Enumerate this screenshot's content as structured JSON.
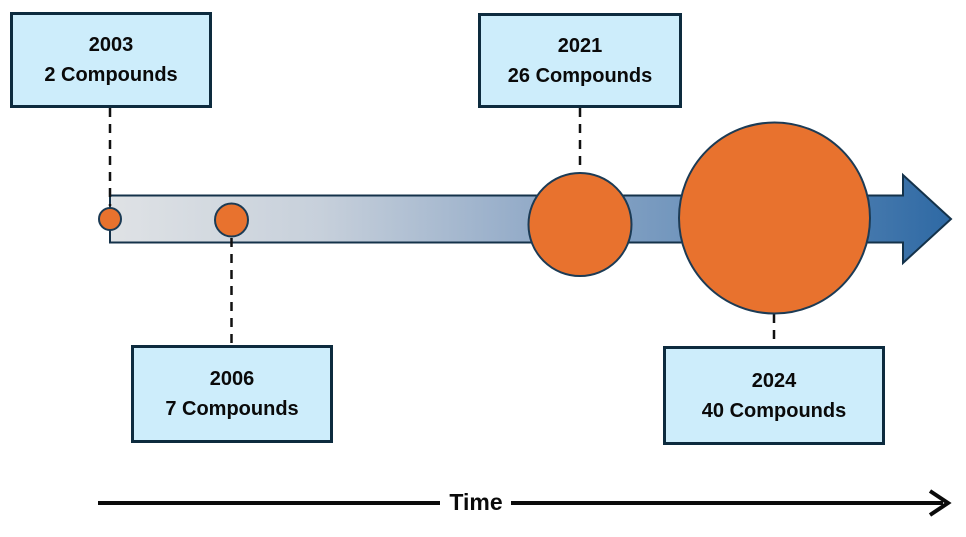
{
  "diagram": {
    "type": "timeline",
    "time_axis_label": "Time",
    "milestones": [
      {
        "year": "2003",
        "label": "2 Compounds",
        "compounds": 2
      },
      {
        "year": "2006",
        "label": "7 Compounds",
        "compounds": 7
      },
      {
        "year": "2021",
        "label": "26 Compounds",
        "compounds": 26
      },
      {
        "year": "2024",
        "label": "40 Compounds",
        "compounds": 40
      }
    ],
    "colors": {
      "circle_fill": "#E8722E",
      "circle_stroke": "#1C3B55",
      "box_fill": "#CDEDFB",
      "box_border": "#0D2B3E",
      "arrow_gradient_start": "#DFE2E5",
      "arrow_gradient_end": "#2E69A4",
      "arrow_outline": "#14324A",
      "connector": "#111111",
      "axis": "#0B0B0B"
    }
  }
}
